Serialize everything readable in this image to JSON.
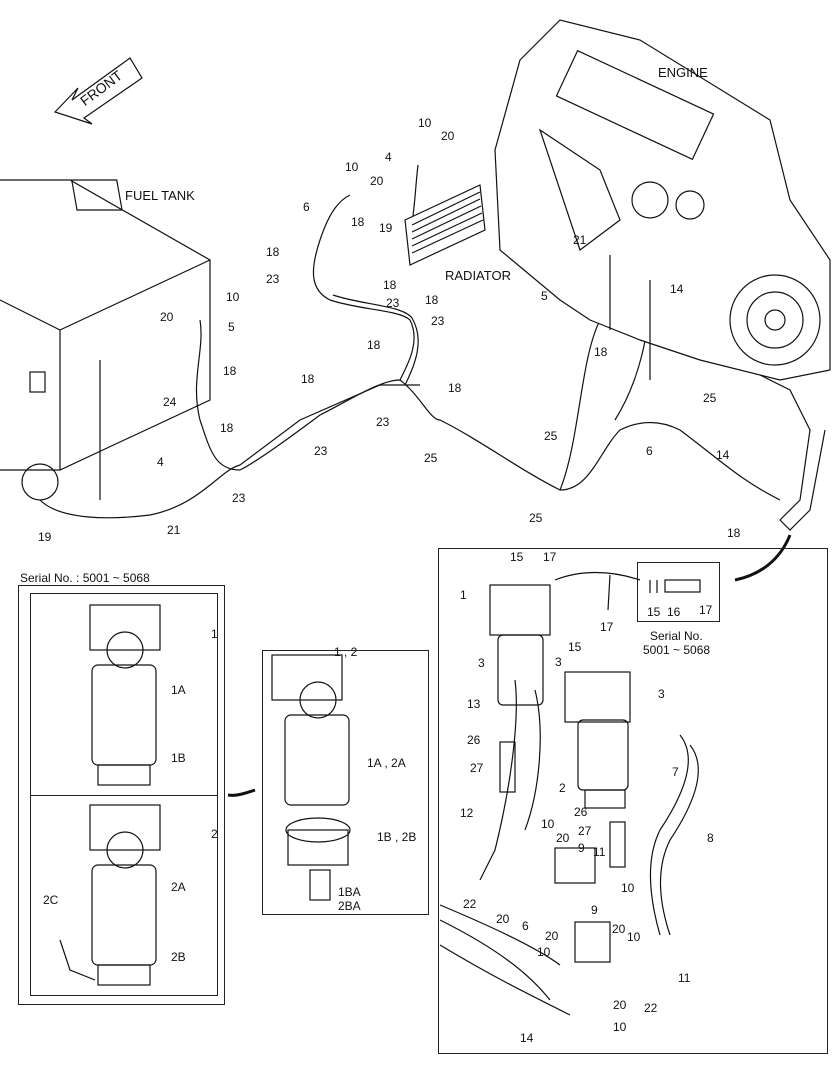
{
  "front_label": "FRONT",
  "fuel_tank_label": "FUEL TANK",
  "engine_label": "ENGINE",
  "radiator_label": "RADIATOR",
  "serial_label_left": "Serial No. : 5001 ~ 5068",
  "serial_label_inset": [
    "Serial No.",
    "5001 ~ 5068"
  ],
  "callouts": {
    "main": [
      "10",
      "20",
      "4",
      "10",
      "20",
      "6",
      "18",
      "19",
      "18",
      "23",
      "18",
      "23",
      "18",
      "23",
      "10",
      "20",
      "5",
      "18",
      "24",
      "18",
      "18",
      "23",
      "23",
      "18",
      "25",
      "18",
      "23",
      "4",
      "19",
      "21",
      "21",
      "14",
      "5",
      "18",
      "25",
      "6",
      "14",
      "18",
      "25",
      "25"
    ],
    "filter_1": [
      "1",
      "1A",
      "1B"
    ],
    "filter_2": [
      "2",
      "2A",
      "2B",
      "2C"
    ],
    "filter_mid": [
      "1 , 2",
      "1A , 2A",
      "1B , 2B",
      "1BA",
      "2BA"
    ],
    "detail": [
      "15",
      "17",
      "1",
      "3",
      "3",
      "13",
      "26",
      "27",
      "15",
      "17",
      "3",
      "7",
      "2",
      "26",
      "27",
      "12",
      "10",
      "20",
      "9",
      "11",
      "8",
      "22",
      "20",
      "10",
      "9",
      "20",
      "10",
      "6",
      "20",
      "10",
      "11",
      "22",
      "20",
      "10",
      "14",
      "15",
      "16",
      "17"
    ]
  }
}
